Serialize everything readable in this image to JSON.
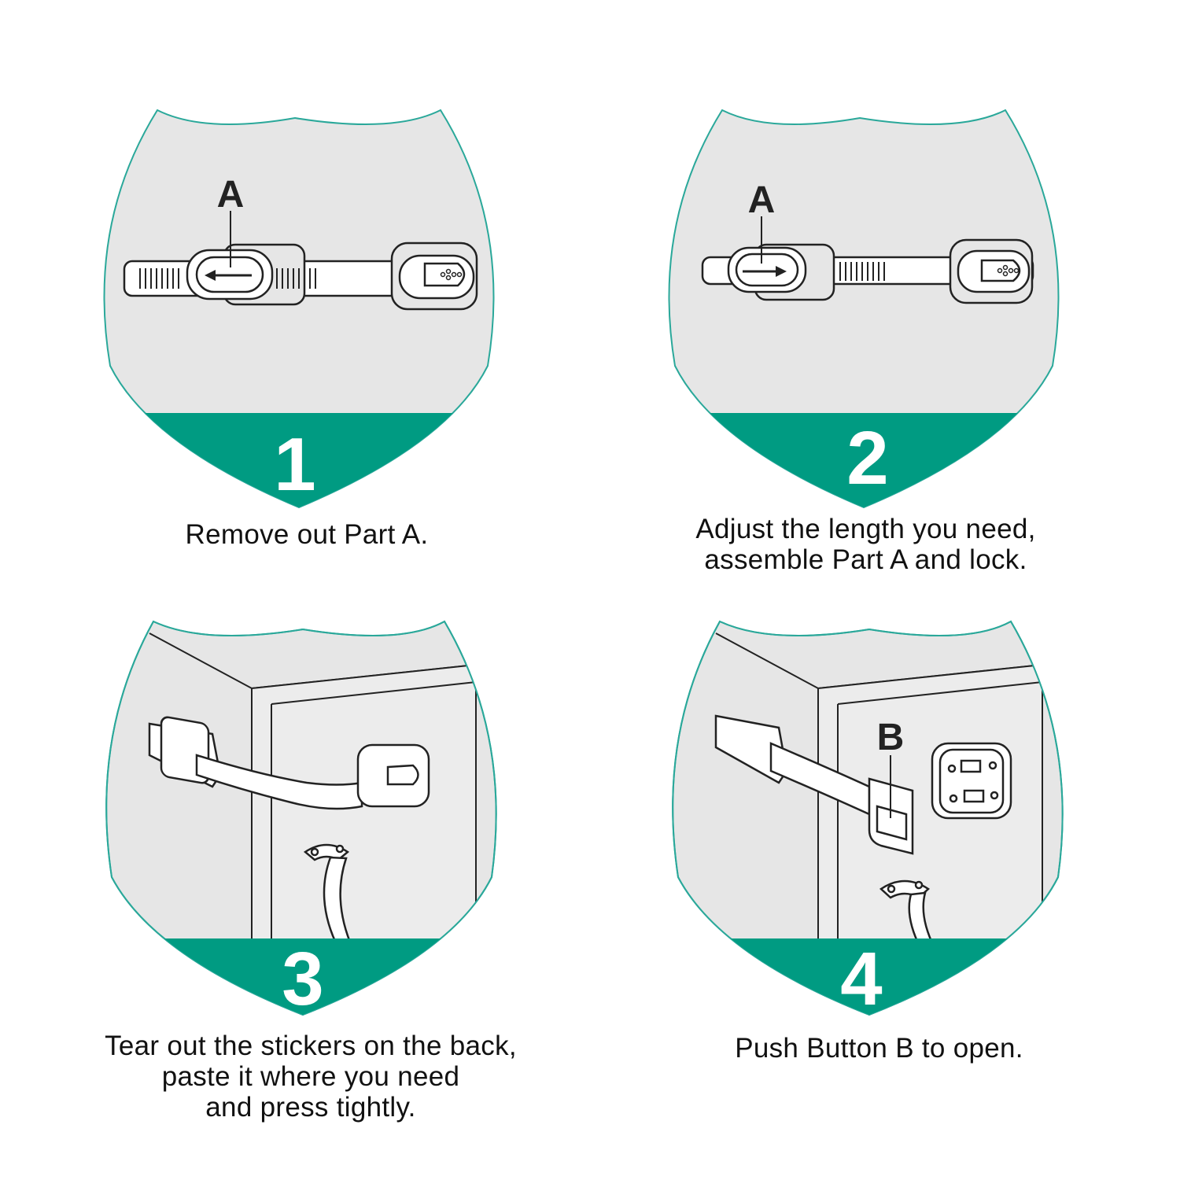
{
  "colors": {
    "teal": "#009b82",
    "panel_gray": "#e6e6e6",
    "outline": "#2aa89a",
    "line": "#222222"
  },
  "steps": [
    {
      "number": "1",
      "label": "A",
      "caption": "Remove out Part A."
    },
    {
      "number": "2",
      "label": "A",
      "caption": "Adjust the length you need,\nassemble Part A and lock."
    },
    {
      "number": "3",
      "caption": "Tear out the stickers on the back,\npaste it where you need\nand press tightly."
    },
    {
      "number": "4",
      "label": "B",
      "caption": "Push Button B to open."
    }
  ]
}
